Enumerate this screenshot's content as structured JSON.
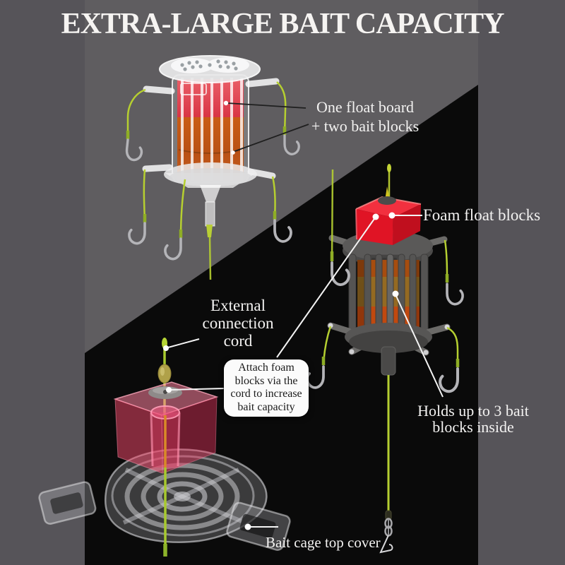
{
  "title": "EXTRA-LARGE BAIT CAPACITY",
  "labels": {
    "float_board": {
      "line1": "One float board",
      "line2": "+ two bait blocks"
    },
    "foam_float": "Foam float blocks",
    "external_cord": {
      "line1": "External",
      "line2": "connection",
      "line3": "cord"
    },
    "attach_box": {
      "line1": "Attach foam",
      "line2": "blocks via the",
      "line3": "cord to increase",
      "line4": "bait capacity"
    },
    "holds": {
      "line1": "Holds up to 3 bait",
      "line2": "blocks inside"
    },
    "top_cover": "Bait cage top cover"
  },
  "colors": {
    "background_gray": "#5f5d60",
    "side_column_gray": "#565459",
    "background_black": "#0a0a0a",
    "title_white": "#f6f4f2",
    "foam_block_red": "#e01425",
    "foam_block_pink": "#fb5d8a",
    "bait_orange": "#c05d16",
    "cord_green": "#b5cf31",
    "hook_silver": "#b4b4b8",
    "callout_white": "#f4f4f4",
    "callout_dark": "#1f1f1f",
    "info_box_bg": "#fbfbfb",
    "info_box_text": "#1a1a1a"
  }
}
